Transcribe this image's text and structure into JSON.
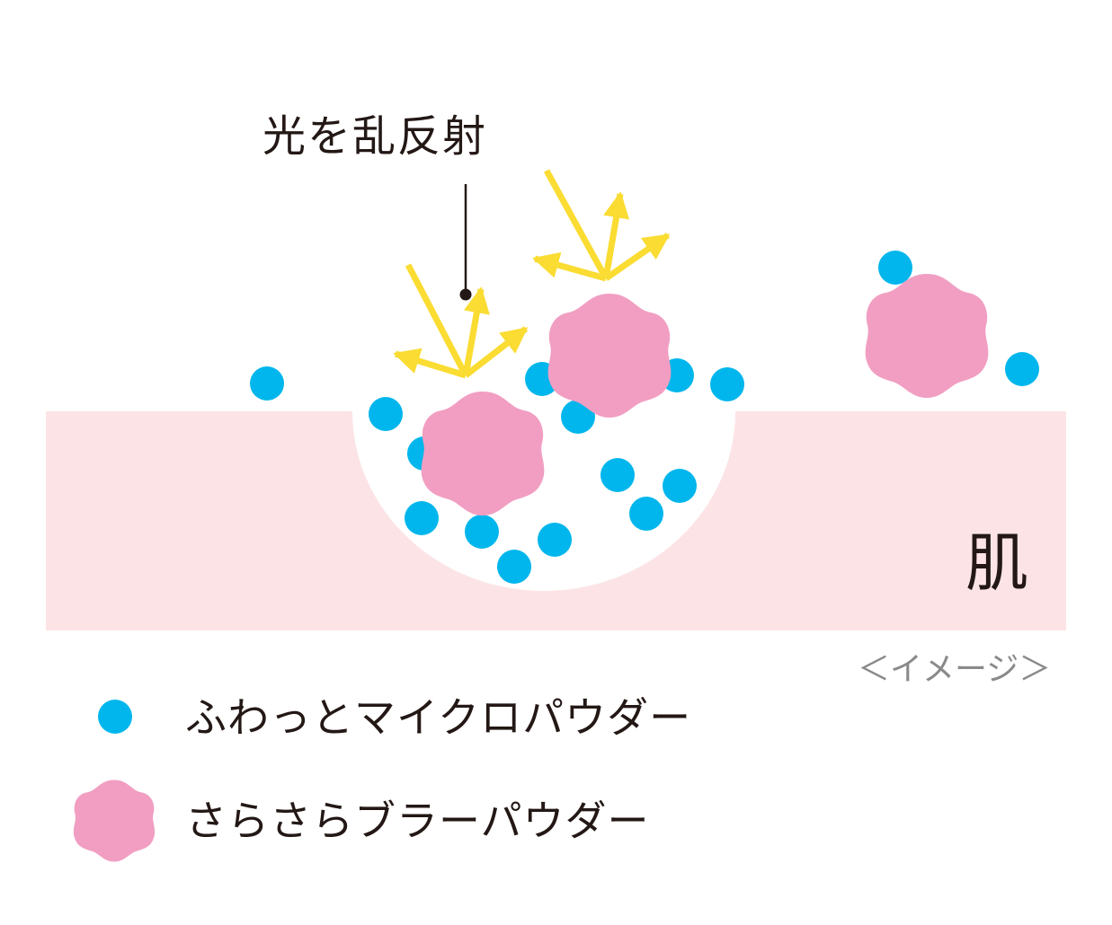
{
  "colors": {
    "skin": "#fce4e6",
    "micro_powder": "#00b6ec",
    "blur_powder": "#f19ec2",
    "light_ray": "#fadc32",
    "text": "#231815",
    "note": "#8a8a8a"
  },
  "diagram": {
    "callout_label": "光を乱反射",
    "skin_label": "肌",
    "image_note": "＜イメージ＞"
  },
  "legend": {
    "items": [
      {
        "icon": "blue-dot-icon",
        "label": "ふわっとマイクロパウダー"
      },
      {
        "icon": "pink-flower-icon",
        "label": "さらさらブラーパウダー"
      }
    ]
  }
}
